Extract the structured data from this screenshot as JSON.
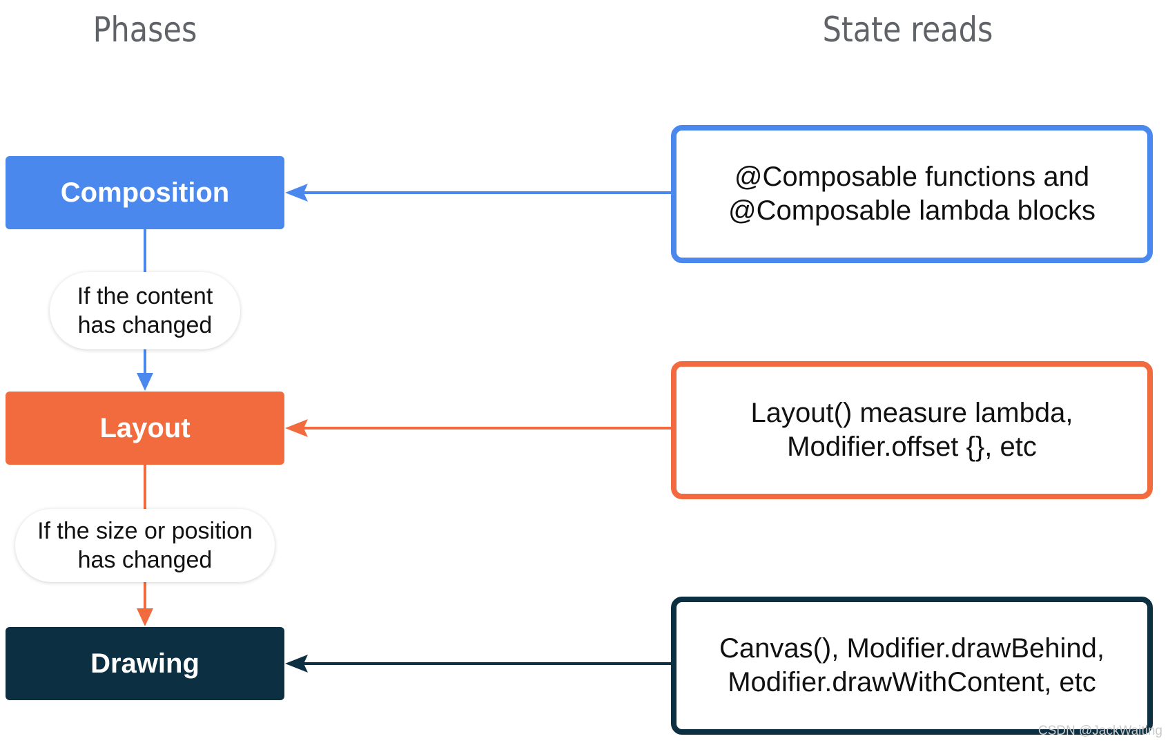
{
  "headers": {
    "phases": "Phases",
    "state_reads": "State reads"
  },
  "phases": {
    "composition": "Composition",
    "layout": "Layout",
    "drawing": "Drawing"
  },
  "conditions": {
    "composition_to_layout": [
      "If the content",
      "has changed"
    ],
    "layout_to_drawing": [
      "If the size or position",
      "has changed"
    ]
  },
  "state_reads": {
    "composition": [
      "@Composable functions and",
      "@Composable lambda blocks"
    ],
    "layout": [
      "Layout() measure lambda,",
      "Modifier.offset {}, etc"
    ],
    "drawing": [
      "Canvas(), Modifier.drawBehind,",
      "Modifier.drawWithContent, etc"
    ]
  },
  "colors": {
    "composition": "#4a88ee",
    "layout": "#f26b3e",
    "drawing": "#0d2f42"
  },
  "watermark": "CSDN @JackWaiting"
}
